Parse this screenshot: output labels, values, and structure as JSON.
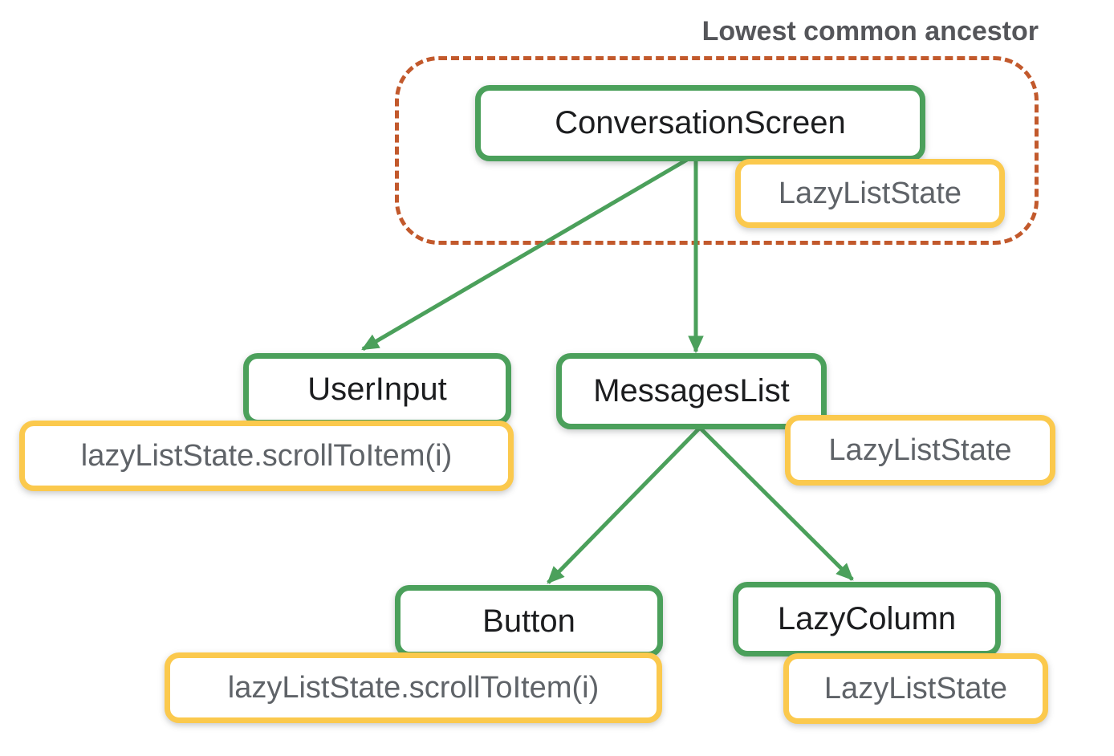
{
  "title": "Lowest common ancestor",
  "colors": {
    "green": "#4BA05B",
    "yellow": "#FBC94D",
    "dashed_outline": "#C2592C",
    "component_text": "#1C1D1F",
    "state_text": "#5F6368",
    "title_text": "#55565A"
  },
  "nodes": [
    {
      "id": "conversation-screen",
      "label": "ConversationScreen",
      "kind": "component"
    },
    {
      "id": "lazyliststate-top",
      "label": "LazyListState",
      "kind": "state"
    },
    {
      "id": "user-input",
      "label": "UserInput",
      "kind": "component"
    },
    {
      "id": "scrolltoitem-left",
      "label": "lazyListState.scrollToItem(i)",
      "kind": "state"
    },
    {
      "id": "messages-list",
      "label": "MessagesList",
      "kind": "component"
    },
    {
      "id": "lazyliststate-mid",
      "label": "LazyListState",
      "kind": "state"
    },
    {
      "id": "button",
      "label": "Button",
      "kind": "component"
    },
    {
      "id": "scrolltoitem-bottom",
      "label": "lazyListState.scrollToItem(i)",
      "kind": "state"
    },
    {
      "id": "lazy-column",
      "label": "LazyColumn",
      "kind": "component"
    },
    {
      "id": "lazyliststate-bottom",
      "label": "LazyListState",
      "kind": "state"
    }
  ],
  "edges": [
    {
      "from": "ConversationScreen",
      "to": "UserInput"
    },
    {
      "from": "ConversationScreen",
      "to": "MessagesList"
    },
    {
      "from": "MessagesList",
      "to": "Button"
    },
    {
      "from": "MessagesList",
      "to": "LazyColumn"
    }
  ],
  "lowest_common_ancestor_group": [
    "ConversationScreen",
    "LazyListState"
  ]
}
